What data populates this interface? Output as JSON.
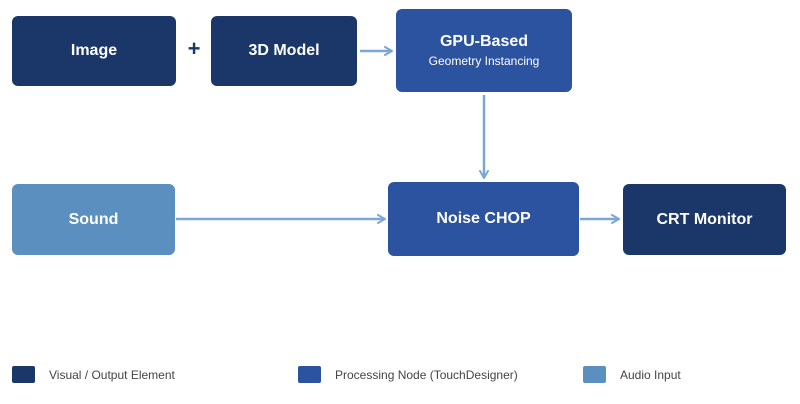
{
  "colors": {
    "visual_output": "#1b3668",
    "processing": "#2c53a0",
    "audio_input": "#5b8fc0",
    "arrow": "#7ba7d6"
  },
  "nodes": {
    "image": {
      "label": "Image"
    },
    "model_3d": {
      "label": "3D Model"
    },
    "gpu": {
      "label": "GPU-Based",
      "sublabel": "Geometry Instancing"
    },
    "sound": {
      "label": "Sound"
    },
    "noise_chop": {
      "label": "Noise CHOP"
    },
    "crt_monitor": {
      "label": "CRT Monitor"
    }
  },
  "operators": {
    "plus": "+"
  },
  "legend": [
    {
      "label": "Visual / Output Element",
      "color_key": "visual_output"
    },
    {
      "label": "Processing Node (TouchDesigner)",
      "color_key": "processing"
    },
    {
      "label": "Audio Input",
      "color_key": "audio_input"
    }
  ]
}
